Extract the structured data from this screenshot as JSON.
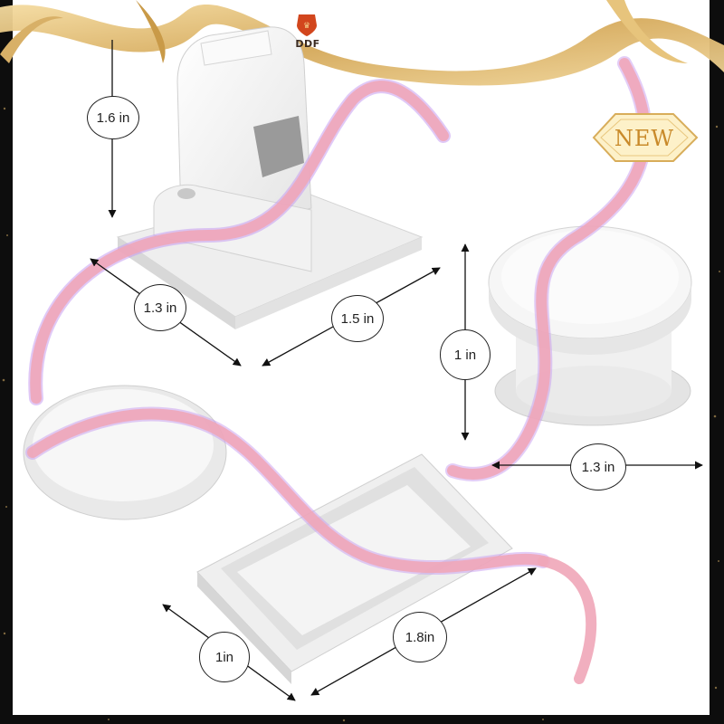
{
  "brand": {
    "logo_text": "DDF"
  },
  "badge": {
    "text": "NEW"
  },
  "dimensions": {
    "bracket_height": "1.6 in",
    "bracket_depth": "1.3 in",
    "bracket_width": "1.5 in",
    "lock_height": "1 in",
    "lock_diameter": "1.3 in",
    "plate_depth": "1in",
    "plate_width": "1.8in"
  },
  "colors": {
    "ribbon": "#f0a6b8",
    "ribbon_shadow": "#c79cf0",
    "gold": "#d9b46a",
    "frame": "#0d0d0d",
    "product": "#f4f4f4"
  }
}
